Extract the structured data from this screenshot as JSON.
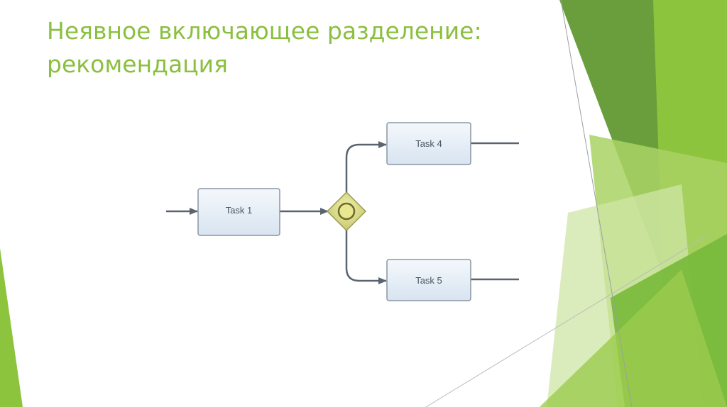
{
  "slide": {
    "title_line1": "Неявное включающее разделение:",
    "title_line2": "рекомендация"
  },
  "colors": {
    "title": "#8bbf3f",
    "accent_green": "#8dc63f",
    "dark_green": "#5a9a32",
    "task_fill": "#e6eef8",
    "task_stroke": "#8a96a3",
    "gateway_fill": "#dcdc8a",
    "connector": "#5a6470"
  },
  "diagram": {
    "tasks": [
      {
        "id": "task1",
        "label": "Task 1"
      },
      {
        "id": "task4",
        "label": "Task 4"
      },
      {
        "id": "task5",
        "label": "Task 5"
      }
    ],
    "gateway": {
      "type": "inclusive",
      "icon": "inclusive-gateway-circle-icon"
    }
  }
}
